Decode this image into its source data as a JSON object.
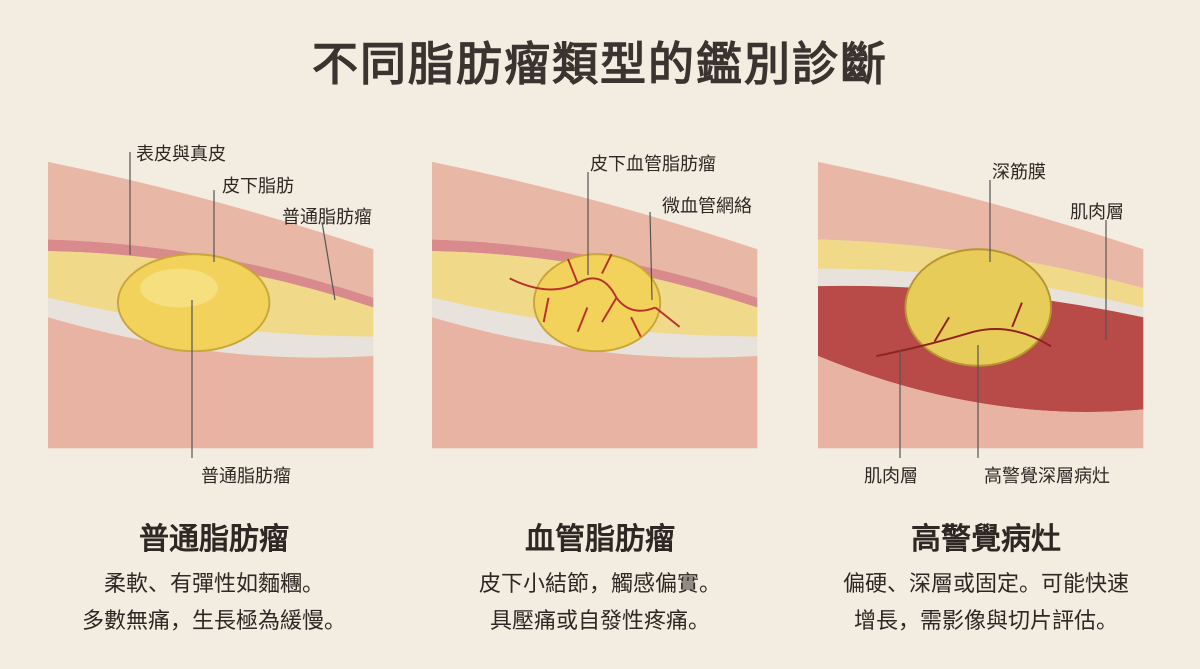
{
  "title": "不同脂肪瘤類型的鑑別診斷",
  "panels": [
    {
      "heading": "普通脂肪瘤",
      "desc_lines": [
        "柔軟、有彈性如麵糰。",
        "多數無痛，生長極為緩慢。"
      ],
      "labels": {
        "a": "表皮與真皮",
        "b": "皮下脂肪",
        "c": "普通脂肪瘤",
        "d": "普通脂肪瘤"
      }
    },
    {
      "heading": "血管脂肪瘤",
      "desc_lines": [
        "皮下小結節，觸感偏實。",
        "具壓痛或自發性疼痛。"
      ],
      "labels": {
        "a": "皮下血管脂肪瘤",
        "b": "微血管網絡"
      }
    },
    {
      "heading": "高警覺病灶",
      "desc_lines": [
        "偏硬、深層或固定。可能快速",
        "增長，需影像與切片評估。"
      ],
      "labels": {
        "a": "深筋膜",
        "b": "肌肉層",
        "c": "肌肉層",
        "d": "高警覺深層病灶"
      }
    }
  ],
  "colors": {
    "background": "#f3ece0",
    "skin": "#e8b7a6",
    "fat": "#f1d98a",
    "tumor": "#f2d25a",
    "vessel": "#b8322a",
    "muscle": "#b84a48"
  }
}
